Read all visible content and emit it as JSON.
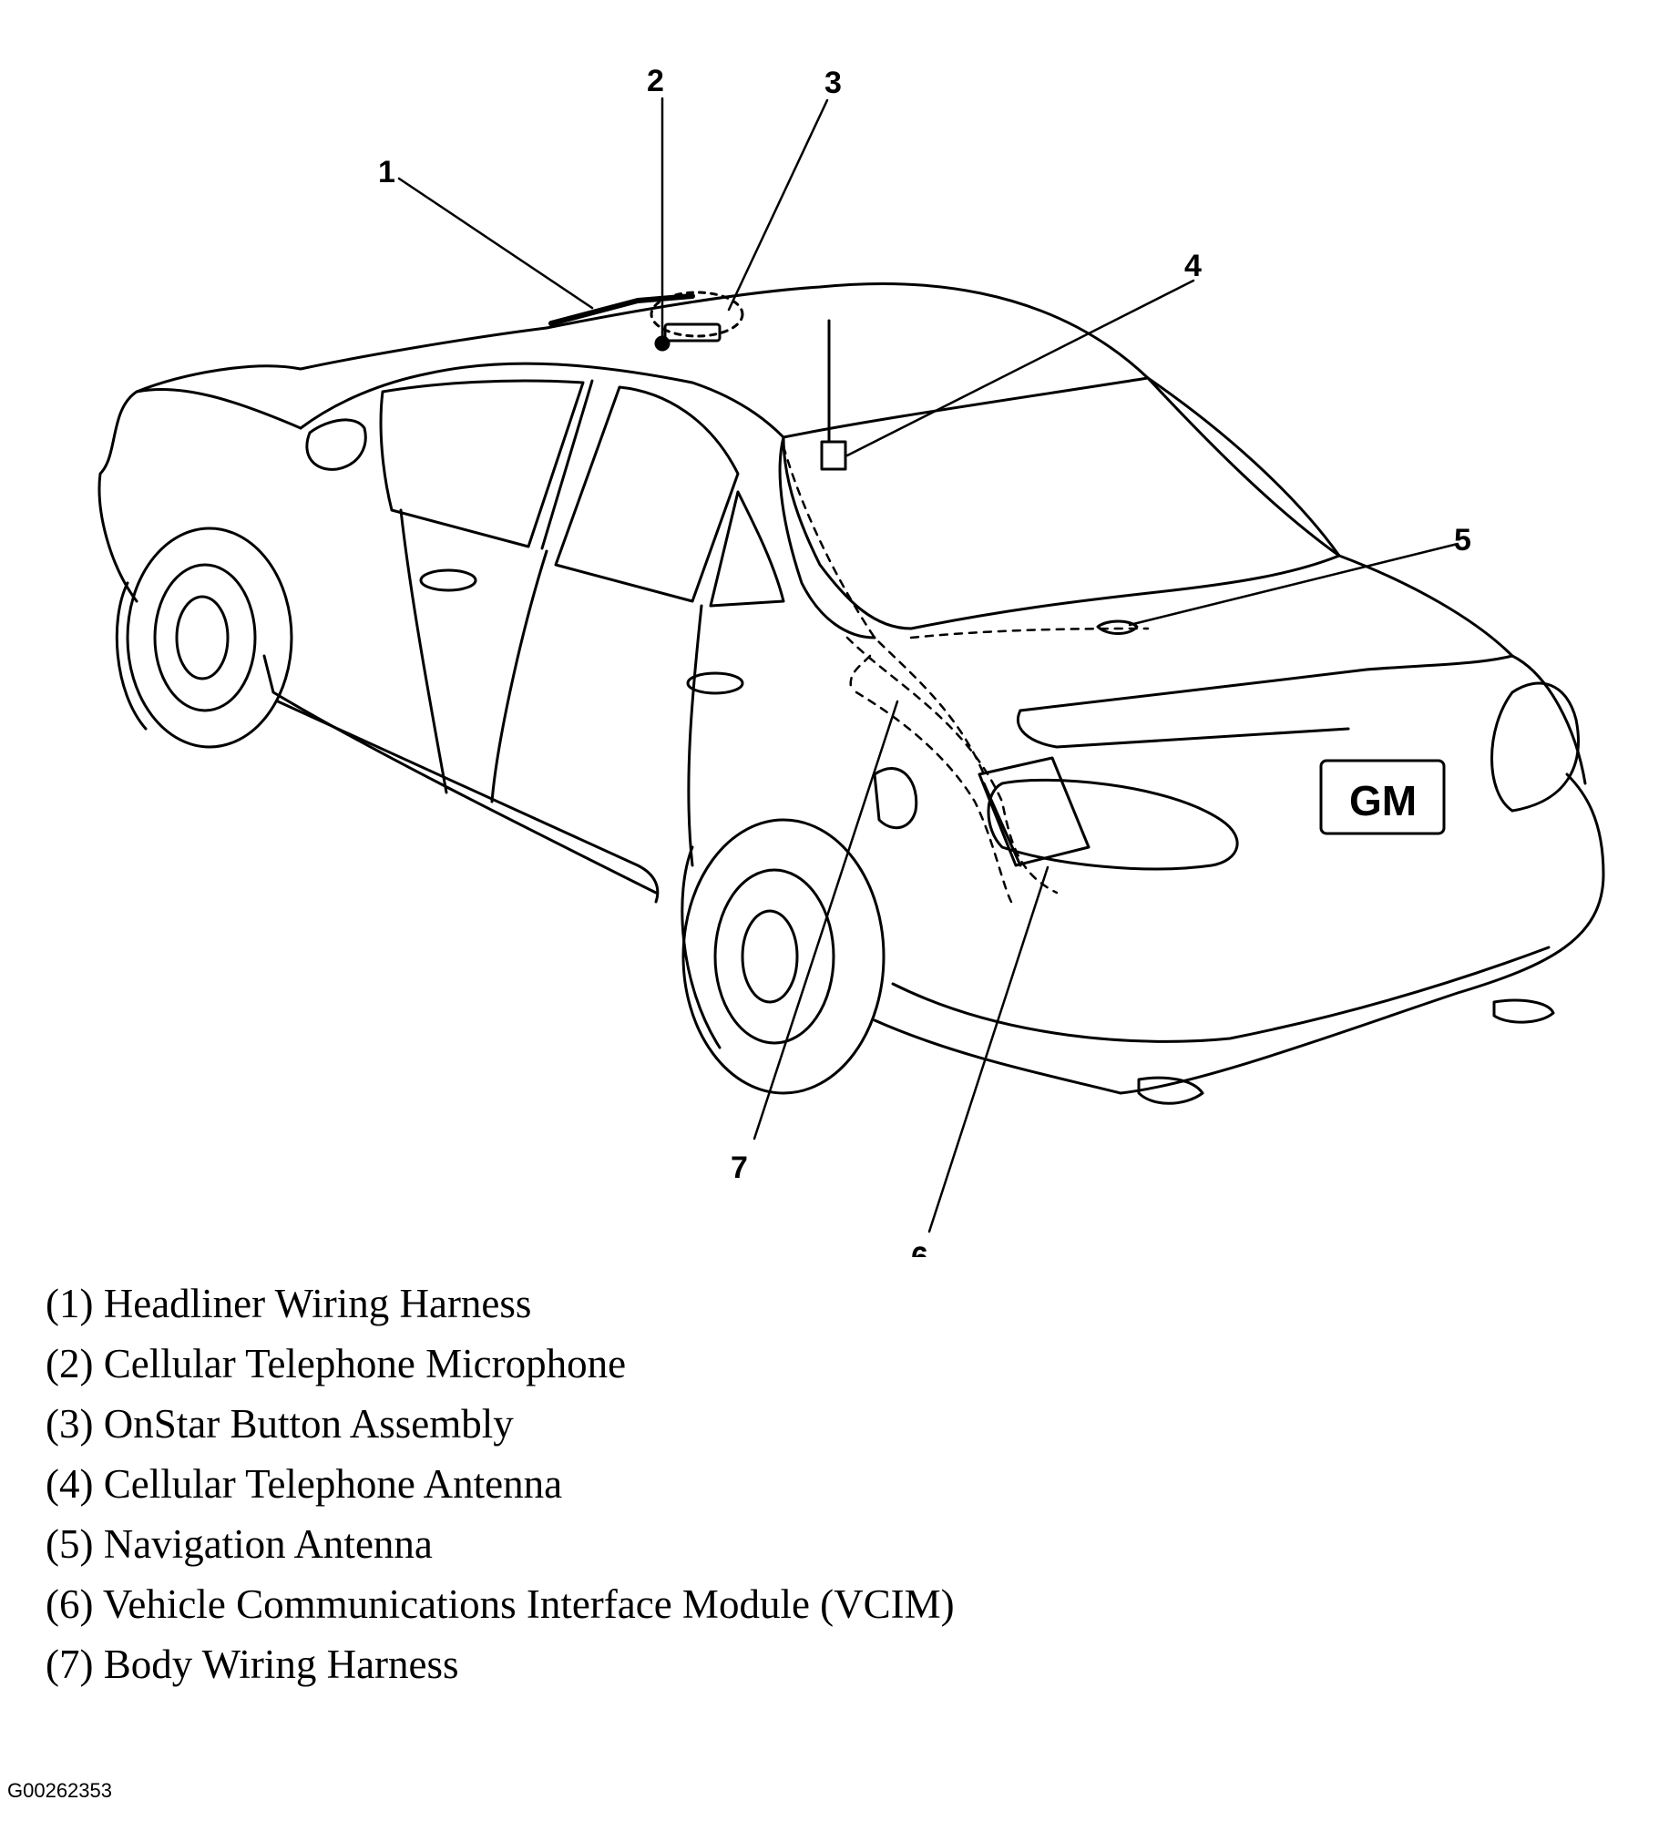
{
  "callouts": [
    "1",
    "2",
    "3",
    "4",
    "5",
    "6",
    "7"
  ],
  "badge_text": "GM",
  "legend": [
    "(1) Headliner Wiring Harness",
    "(2) Cellular Telephone Microphone",
    "(3) OnStar Button Assembly",
    "(4) Cellular Telephone Antenna",
    "(5) Navigation Antenna",
    "(6) Vehicle Communications Interface Module (VCIM)",
    "(7) Body Wiring Harness"
  ],
  "figure_id": "G00262353"
}
